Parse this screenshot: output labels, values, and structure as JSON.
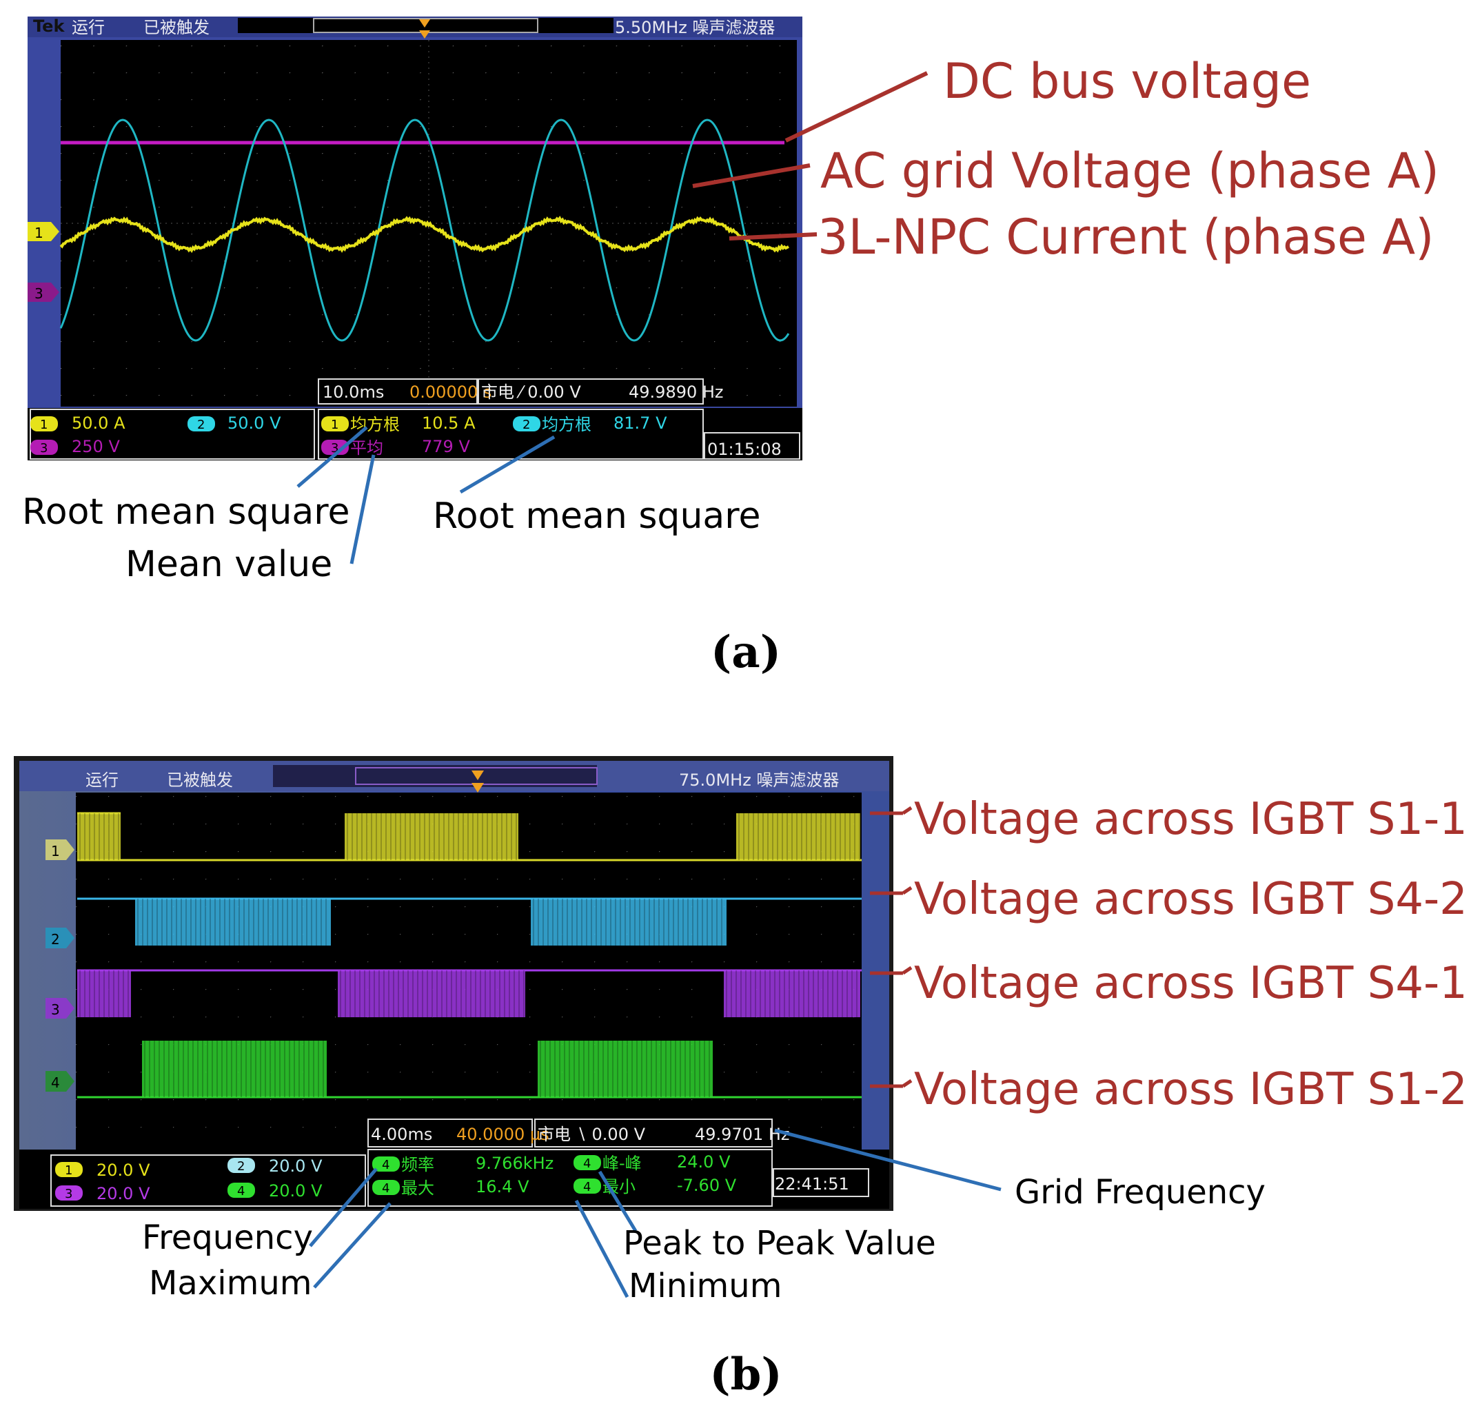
{
  "panel_a": {
    "header": {
      "brand": "Tek",
      "status_run": "运行",
      "status_trig": "已被触发",
      "bandwidth": "5.50MHz 噪声滤波器"
    },
    "markers": {
      "ch1": "1",
      "ch3": "3"
    },
    "info_bar": {
      "timebase": "10.0ms",
      "delay": "0.00000 s",
      "trigger": "市电 ⁄ 0.00 V",
      "frequency": "49.9890 Hz"
    },
    "scales": {
      "ch1_num": "1",
      "ch1": "50.0 A",
      "ch2_num": "2",
      "ch2": "50.0 V",
      "ch3_num": "3",
      "ch3": "250 V"
    },
    "measurements": {
      "m1_ch": "1",
      "m1_label": "均方根",
      "m1_value": "10.5 A",
      "m2_ch": "2",
      "m2_label": "均方根",
      "m2_value": "81.7 V",
      "m3_ch": "3",
      "m3_label": "平均",
      "m3_value": "779 V"
    },
    "clock": "01:15:08",
    "annotations": {
      "dc_bus": "DC bus voltage",
      "ac_grid": "AC grid Voltage (phase A)",
      "npc_current": "3L-NPC Current (phase A)",
      "rms_left": "Root mean square",
      "mean": "Mean value",
      "rms_right": "Root mean square"
    },
    "caption": "(a)"
  },
  "panel_b": {
    "header": {
      "status_run": "运行",
      "status_trig": "已被触发",
      "bandwidth": "75.0MHz 噪声滤波器"
    },
    "markers": {
      "ch1": "1",
      "ch2": "2",
      "ch3": "3",
      "ch4": "4"
    },
    "info_bar": {
      "timebase": "4.00ms",
      "sample": "40.0000 µs",
      "trigger": "市电 ∖ 0.00 V",
      "frequency": "49.9701 Hz"
    },
    "scales": {
      "ch1_num": "1",
      "ch1": "20.0 V",
      "ch2_num": "2",
      "ch2": "20.0 V",
      "ch3_num": "3",
      "ch3": "20.0 V",
      "ch4_num": "4",
      "ch4": "20.0 V"
    },
    "measurements": {
      "freq_label": "频率",
      "freq_value": "9.766kHz",
      "max_label": "最大",
      "max_value": "16.4 V",
      "pp_label": "峰-峰",
      "pp_value": "24.0 V",
      "min_label": "最小",
      "min_value": "-7.60 V",
      "ch": "4"
    },
    "clock": "22:41:51",
    "annotations": {
      "s1_1": "Voltage across IGBT S1-1",
      "s4_2": "Voltage across IGBT S4-2",
      "s4_1": "Voltage across IGBT S4-1",
      "s1_2": "Voltage across IGBT S1-2",
      "grid_freq": "Grid  Frequency",
      "frequency": "Frequency",
      "maximum": "Maximum",
      "peak_to_peak": "Peak to Peak Value",
      "minimum": "Minimum"
    },
    "caption": "(b)"
  },
  "colors": {
    "ch1_yellow": "#e6e21a",
    "ch2_cyan": "#1fb7c4",
    "ch3_magenta": "#c41cc4",
    "ch4_green": "#2fe02f",
    "panel_b_ch2": "#35b6e8",
    "panel_b_ch3": "#a23ae8",
    "annotation_red": "#a8322d",
    "leader_blue": "#2e6fb5",
    "frame_blue": "#3b4fa8"
  }
}
